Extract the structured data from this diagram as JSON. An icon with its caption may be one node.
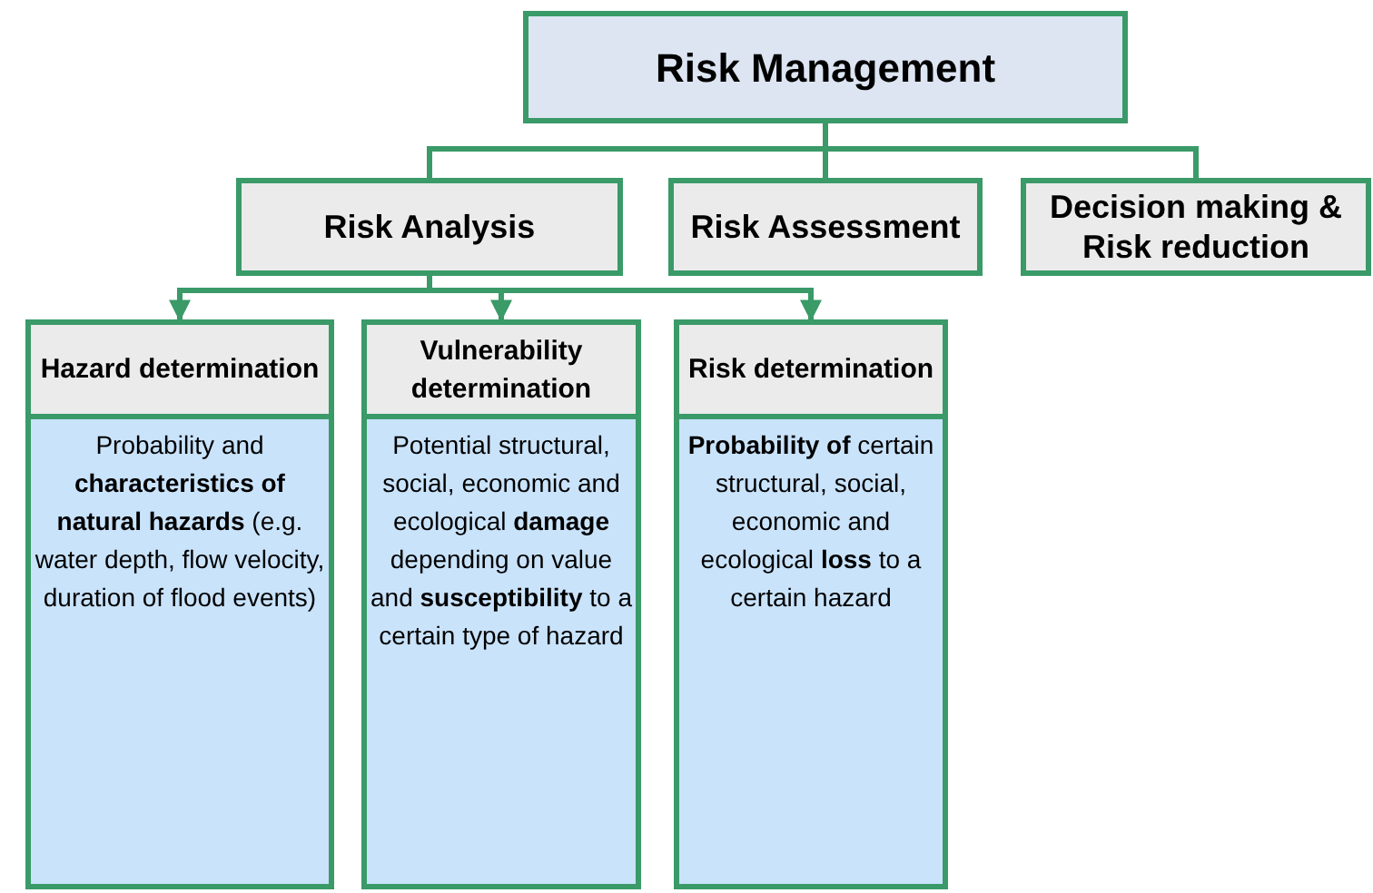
{
  "diagram": {
    "nodes": [
      {
        "text": [
          "Risk Management"
        ]
      },
      {
        "text": [
          "Risk Analysis"
        ]
      },
      {
        "text": [
          "Risk Assessment"
        ]
      },
      {
        "text": [
          "Decision making & Risk reduction"
        ]
      },
      {
        "text": [
          "Hazard determination",
          "Probability and **characteristics of natural hazards** (e.g.  water depth, flow velocity, duration of flood events)"
        ]
      },
      {
        "text": [
          "Vulnerability determination",
          "Potential structural, social, economic and ecological **damage** depending on value and **susceptibility** to a certain type of hazard"
        ]
      },
      {
        "text": [
          "Risk determination",
          "**Probability of** certain structural, social, economic and ecological **loss** to a certain hazard"
        ]
      }
    ],
    "edges": [
      {
        "from": 0,
        "to": 1,
        "arrow": "none"
      },
      {
        "from": 0,
        "to": 2,
        "arrow": "none"
      },
      {
        "from": 0,
        "to": 3,
        "arrow": "none"
      },
      {
        "from": 1,
        "to": 4,
        "arrow": "to"
      },
      {
        "from": 1,
        "to": 5,
        "arrow": "to"
      },
      {
        "from": 1,
        "to": 6,
        "arrow": "to"
      }
    ]
  }
}
